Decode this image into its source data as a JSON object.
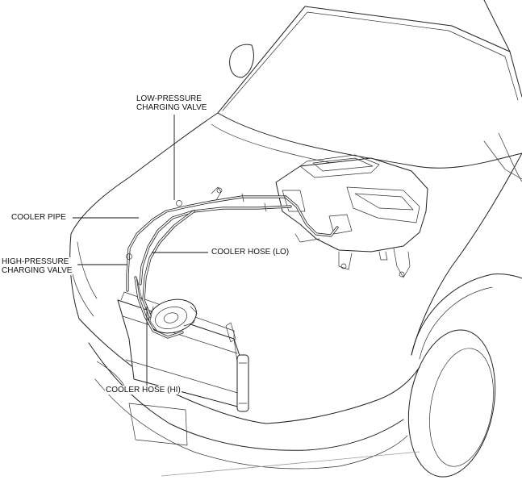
{
  "labels": {
    "low_pressure_valve": [
      "LOW-PRESSURE",
      "CHARGING VALVE"
    ],
    "cooler_pipe": "COOLER PIPE",
    "high_pressure_valve": [
      "HIGH-PRESSURE",
      "CHARGING VALVE"
    ],
    "cooler_hose_lo": "COOLER HOSE (LO)",
    "cooler_hose_hi": "COOLER HOSE (HI)"
  }
}
